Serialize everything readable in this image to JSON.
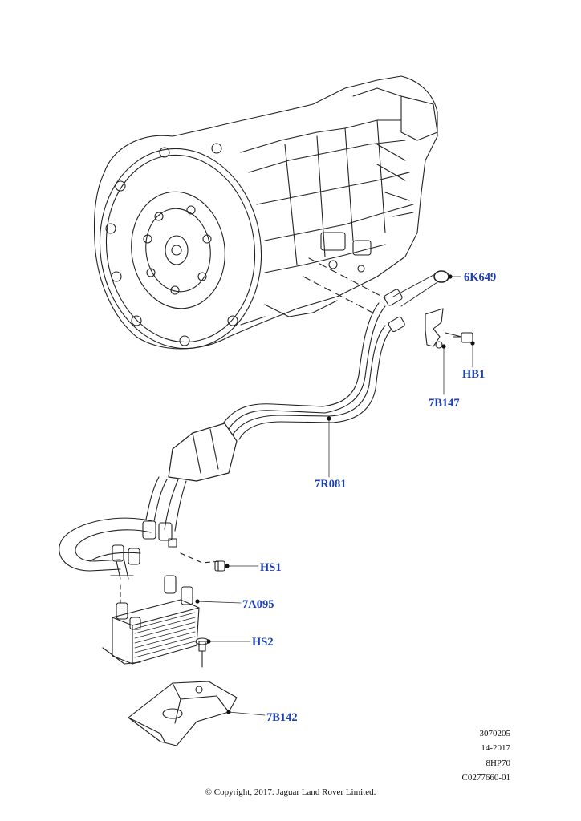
{
  "diagram": {
    "callouts": [
      {
        "id": "6K649",
        "label": "6K649"
      },
      {
        "id": "HB1",
        "label": "HB1"
      },
      {
        "id": "7B147",
        "label": "7B147"
      },
      {
        "id": "7R081",
        "label": "7R081"
      },
      {
        "id": "HS1",
        "label": "HS1"
      },
      {
        "id": "7A095",
        "label": "7A095"
      },
      {
        "id": "HS2",
        "label": "HS2"
      },
      {
        "id": "7B142",
        "label": "7B142"
      }
    ],
    "callout_color": "#1a3fb3",
    "info": {
      "line1": "3070205",
      "line2": "14-2017",
      "line3": "8HP70",
      "line4": "C0277660-01"
    },
    "copyright": "© Copyright, 2017. Jaguar Land Rover Limited."
  }
}
